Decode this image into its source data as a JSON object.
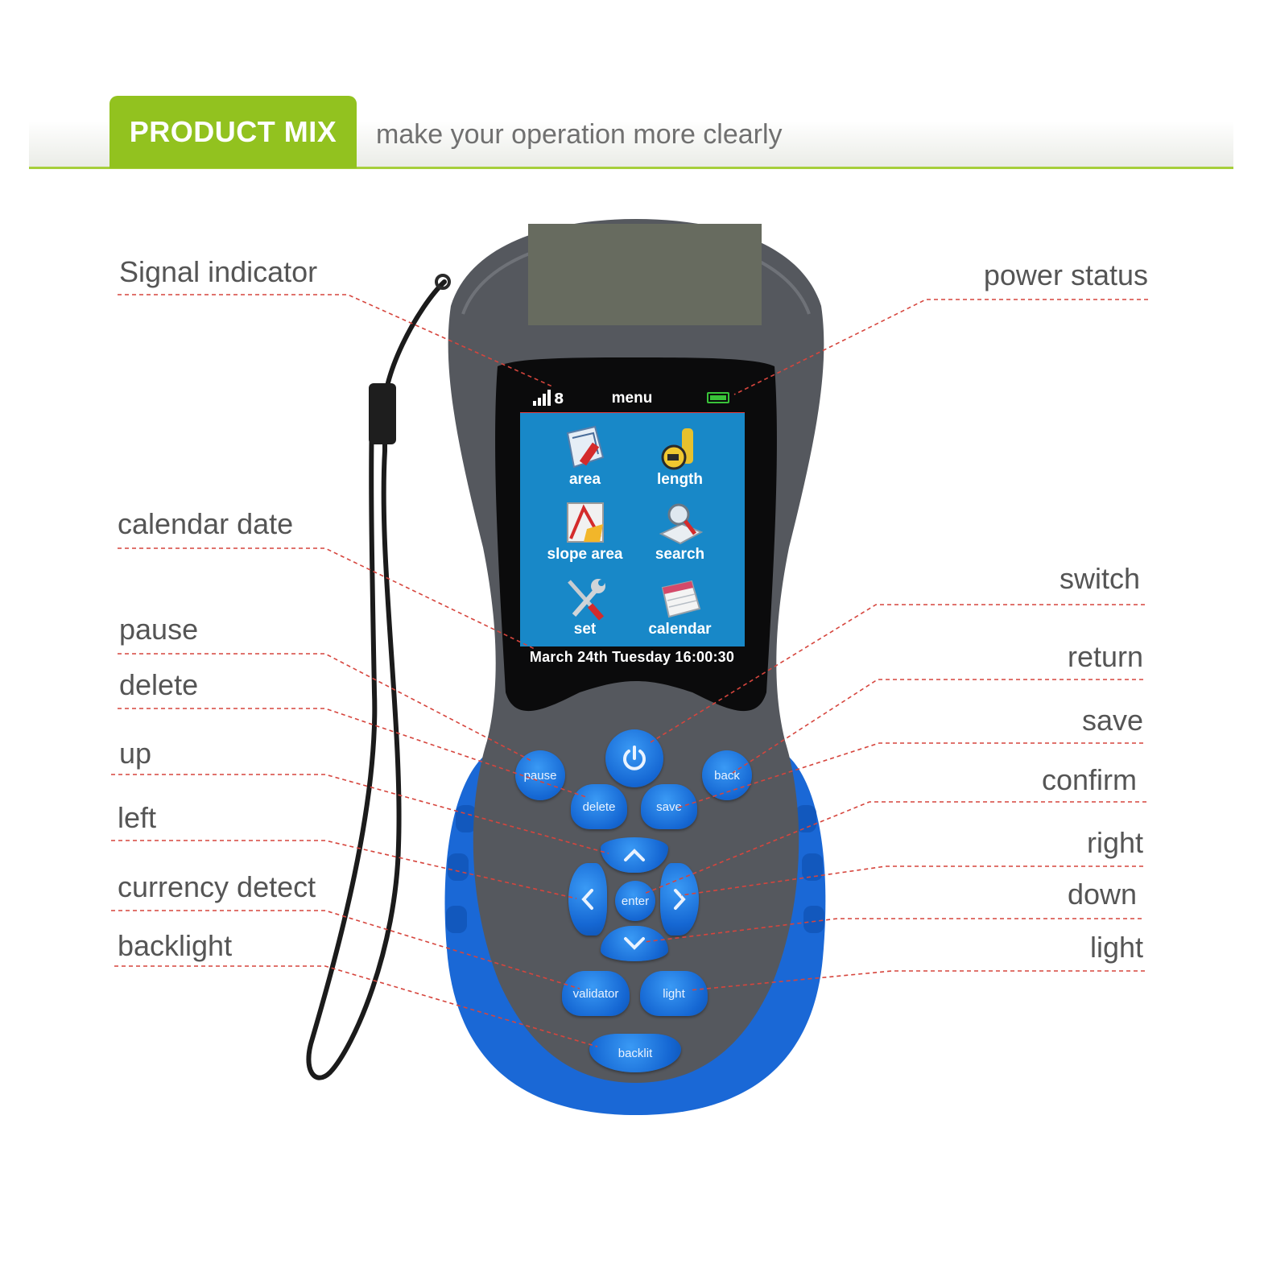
{
  "header": {
    "badge": "PRODUCT MIX",
    "subtitle": "make your operation more clearly"
  },
  "callouts_left": [
    "Signal indicator",
    "calendar date",
    "pause",
    "delete",
    "up",
    "left",
    "currency detect",
    "backlight"
  ],
  "callouts_right": [
    "power status",
    "switch",
    "return",
    "save",
    "confirm",
    "right",
    "down",
    "light"
  ],
  "screen": {
    "signal": "8",
    "title": "menu",
    "items": [
      "area",
      "length",
      "slope area",
      "search",
      "set",
      "calendar"
    ],
    "datetime": "March 24th Tuesday 16:00:30"
  },
  "keys": {
    "pause": "pause",
    "delete": "delete",
    "save": "save",
    "back": "back",
    "enter": "enter",
    "validator": "validator",
    "light": "light",
    "backlit": "backlit"
  },
  "icons": {
    "power": "power-icon",
    "up": "chevron-up-icon",
    "down": "chevron-down-icon",
    "left": "chevron-left-icon",
    "right": "chevron-right-icon"
  },
  "colors": {
    "accent_green": "#92c21f",
    "device_blue": "#1567d3",
    "device_gray": "#55585e",
    "screen_blue": "#1888c8",
    "leader_red": "#d6453d"
  }
}
